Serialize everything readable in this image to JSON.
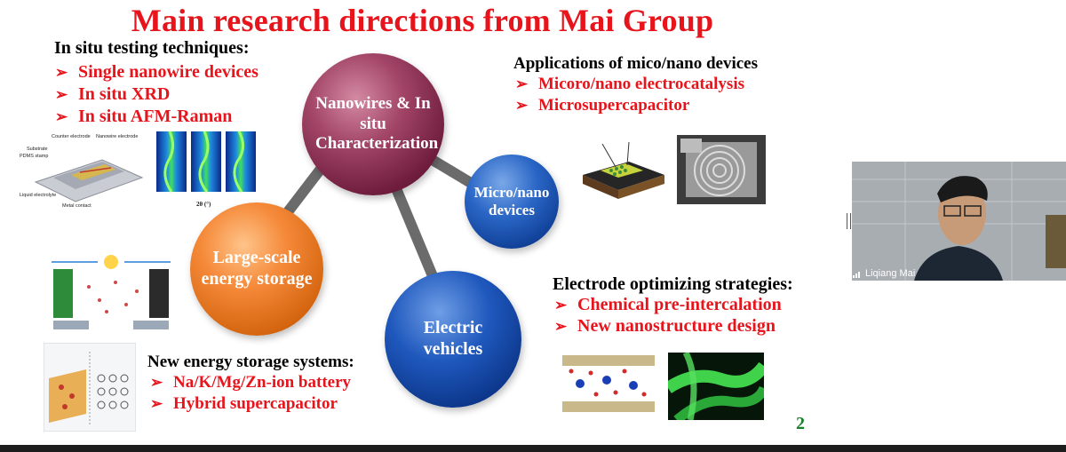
{
  "slide": {
    "title": "Main research directions from Mai Group",
    "in_situ": {
      "heading": "In situ testing techniques:",
      "items": [
        "Single nanowire devices",
        "In situ XRD",
        "In situ AFM-Raman"
      ]
    },
    "applications": {
      "heading": "Applications of mico/nano devices",
      "items": [
        "Micoro/nano electrocatalysis",
        "Microsupercapacitor"
      ]
    },
    "electrode": {
      "heading": "Electrode optimizing strategies:",
      "items": [
        "Chemical pre-intercalation",
        "New nanostructure design"
      ]
    },
    "new_energy": {
      "heading": "New energy storage systems:",
      "items": [
        "Na/K/Mg/Zn-ion battery",
        "Hybrid supercapacitor"
      ]
    },
    "spheres": {
      "nanowires": "Nanowires & In situ Characterization",
      "energy": "Large-scale energy storage",
      "micro": "Micro/nano devices",
      "electric": "Electric vehicles"
    },
    "bullet_glyph": "➢",
    "page_number": "2",
    "figure_labels": {
      "device_labels": [
        "Counter electrode",
        "Nanowire electrode",
        "Substrate",
        "PDMS stamp",
        "Liquid electrolyte",
        "Metal contact"
      ],
      "xrd_axis": "2θ (°)"
    },
    "colors": {
      "title": "#e8141c",
      "bullet": "#e8141c",
      "heading": "#000000",
      "page_number": "#18802a"
    }
  },
  "participant": {
    "name": "Liqiang Mai",
    "signal_icon": "signal-bars-icon"
  }
}
